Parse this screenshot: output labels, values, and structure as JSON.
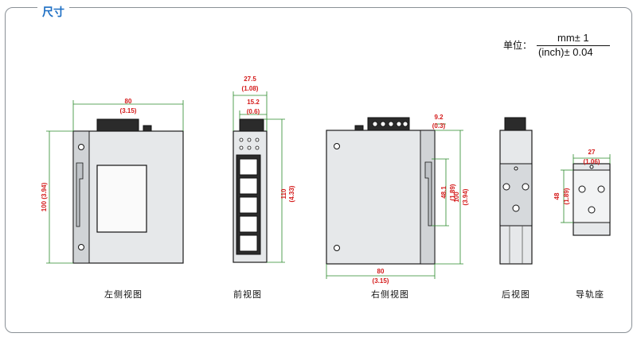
{
  "section_title": "尺寸",
  "units": {
    "label": "单位：",
    "numerator": "mm± 1",
    "denominator": "(inch)± 0.04"
  },
  "views": {
    "left": "左侧视图",
    "front": "前视图",
    "right": "右侧视图",
    "back": "后视图",
    "rail": "导轨座"
  },
  "dims": {
    "left_width": "80",
    "left_width_in": "(3.15)",
    "left_height": "100 (3.94)",
    "front_total": "27.5",
    "front_total_in": "(1.08)",
    "front_inner": "15.2",
    "front_inner_in": "(0.6)",
    "front_height": "110",
    "front_height_in": "(4.33)",
    "right_top": "9.2",
    "right_top_in": "(0.3)",
    "right_mid": "48.1",
    "right_mid_in": "(1.89)",
    "right_height": "100",
    "right_height_in": "(3.94)",
    "right_width": "80",
    "right_width_in": "(3.15)",
    "rail_width": "27",
    "rail_width_in": "(1.06)",
    "rail_height": "48",
    "rail_height_in": "(1.89)"
  },
  "colors": {
    "title": "#1e6fc4",
    "dimension_text": "#d41a1a",
    "dimension_line": "#2a8a2a",
    "frame": "#8a9096"
  }
}
